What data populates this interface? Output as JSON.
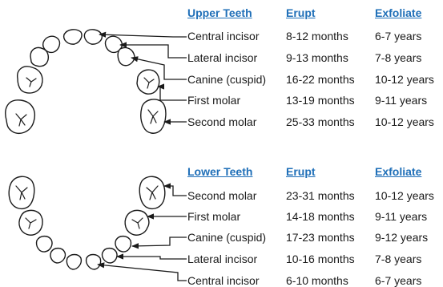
{
  "upper": {
    "headers": {
      "teeth": "Upper Teeth",
      "erupt": "Erupt",
      "exfoliate": "Exfoliate"
    },
    "rows": [
      {
        "tooth": "Central incisor",
        "erupt": "8-12 months",
        "exfoliate": "6-7 years"
      },
      {
        "tooth": "Lateral incisor",
        "erupt": "9-13 months",
        "exfoliate": "7-8 years"
      },
      {
        "tooth": "Canine (cuspid)",
        "erupt": "16-22 months",
        "exfoliate": "10-12 years"
      },
      {
        "tooth": "First molar",
        "erupt": "13-19 months",
        "exfoliate": "9-11 years"
      },
      {
        "tooth": "Second molar",
        "erupt": "25-33 months",
        "exfoliate": "10-12 years"
      }
    ]
  },
  "lower": {
    "headers": {
      "teeth": "Lower Teeth",
      "erupt": "Erupt",
      "exfoliate": "Exfoliate"
    },
    "rows": [
      {
        "tooth": "Second molar",
        "erupt": "23-31 months",
        "exfoliate": "10-12 years"
      },
      {
        "tooth": "First molar",
        "erupt": "14-18 months",
        "exfoliate": "9-11 years"
      },
      {
        "tooth": "Canine (cuspid)",
        "erupt": "17-23 months",
        "exfoliate": "9-12 years"
      },
      {
        "tooth": "Lateral incisor",
        "erupt": "10-16 months",
        "exfoliate": "7-8 years"
      },
      {
        "tooth": "Central incisor",
        "erupt": "6-10 months",
        "exfoliate": "6-7 years"
      }
    ]
  },
  "colors": {
    "header": "#1f6fb8",
    "line": "#1a1a1a",
    "text": "#1a1a1a"
  }
}
